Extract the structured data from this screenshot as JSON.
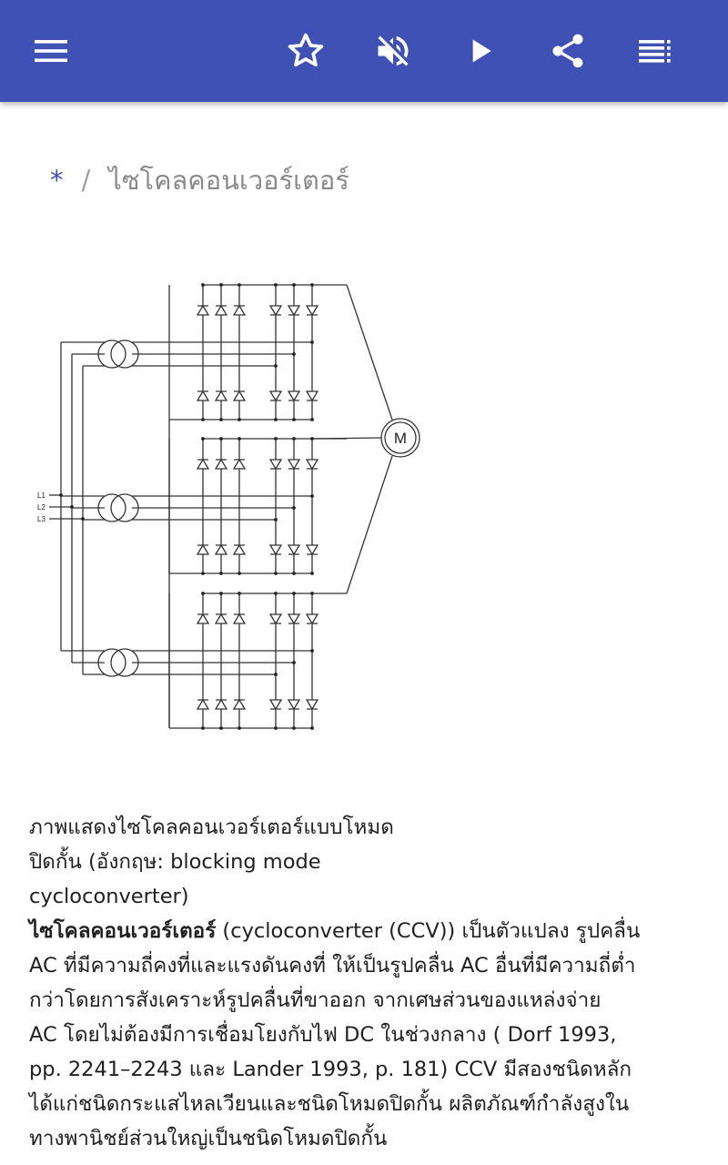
{
  "toolbar": {
    "menu_icon": "menu-icon",
    "star_icon": "star-outline-icon",
    "mute_icon": "volume-off-icon",
    "play_icon": "play-icon",
    "share_icon": "share-icon",
    "toc_icon": "list-icon",
    "color": "#3f51b5"
  },
  "breadcrumb": {
    "home": "*",
    "separator": "/",
    "current": "ไซโคลคอนเวอร์เตอร์"
  },
  "figure": {
    "labels": [
      "L1",
      "L2",
      "L3"
    ],
    "motor_label": "M"
  },
  "caption": {
    "line1": "ภาพแสดงไซโคลคอนเวอร์เตอร์แบบโหมด",
    "line2": "ปิดกั้น (อังกฤษ: blocking mode",
    "line3": "cycloconverter)"
  },
  "article": {
    "term": "ไซโคลคอนเวอร์เตอร์",
    "line1": " (cycloconverter (CCV)) เป็นตัวแปลง รูปคลื่น",
    "line2": "AC ที่มีความถี่คงที่และแรงดันคงที่ ให้เป็นรูปคลื่น AC อื่นที่มีความถี่ต่ำ",
    "line3": "กว่าโดยการสังเคราะห์รูปคลื่นที่ขาออก จากเศษส่วนของแหล่งจ่าย",
    "line4": "AC โดยไม่ต้องมีการเชื่อมโยงกับไฟ DC ในช่วงกลาง ( Dorf 1993,",
    "line5": "pp. 2241–2243 และ Lander 1993, p. 181) CCV มีสองชนิดหลัก",
    "line6": "ได้แก่ชนิดกระแสไหลเวียนและชนิดโหมดปิดกั้น ผลิตภัณฑ์กำลังสูงใน",
    "line7": "ทางพานิชย์ส่วนใหญ่เป็นชนิดโหมดปิดกั้น"
  }
}
